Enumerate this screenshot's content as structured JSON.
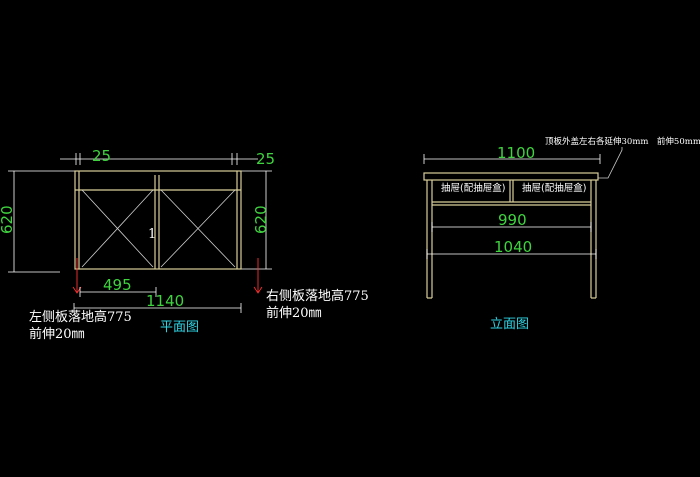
{
  "plan": {
    "label": "平面图",
    "dims": {
      "left_overhang": "25",
      "right_overhang": "25",
      "depth_left": "620",
      "depth_right": "620",
      "door_width": "495",
      "total_width": "1140",
      "handle_mark": "1"
    },
    "notes": {
      "left_line1": "左侧板落地高775",
      "left_line2": "前伸20㎜",
      "right_line1": "右侧板落地高775",
      "right_line2": "前伸20㎜"
    }
  },
  "elevation": {
    "label": "立面图",
    "top_note": "顶板外盖左右各延伸30mm　前伸50mm",
    "dims": {
      "top_width": "1100",
      "inner_width": "990",
      "body_width": "1040"
    },
    "drawers": [
      {
        "label": "抽屉(配抽屉盒)"
      },
      {
        "label": "抽屉(配抽屉盒)"
      }
    ]
  },
  "colors": {
    "background": "#000000",
    "dimension_text": "#3fd43f",
    "cabinet_lines": "#d9cf9a",
    "view_labels": "#2fd6e6",
    "leader_lines": "#ff3030"
  }
}
